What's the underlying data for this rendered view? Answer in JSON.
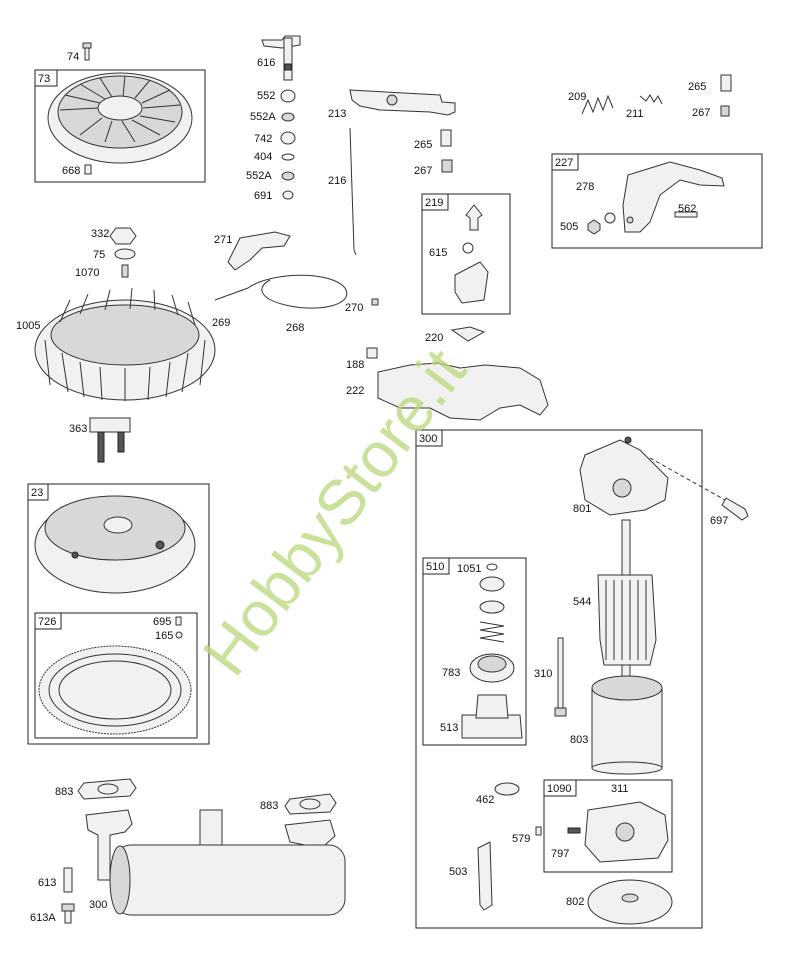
{
  "watermark": "HobbyStore.it",
  "groups": {
    "g73": "73",
    "g219": "219",
    "g227": "227",
    "g23": "23",
    "g726": "726",
    "g300": "300",
    "g510": "510",
    "g1090": "1090"
  },
  "labels": {
    "p74": "74",
    "p668": "668",
    "p616": "616",
    "p552": "552",
    "p552a_1": "552A",
    "p742": "742",
    "p404": "404",
    "p552a_2": "552A",
    "p691": "691",
    "p213": "213",
    "p216": "216",
    "p265_a": "265",
    "p267_a": "267",
    "p209": "209",
    "p211": "211",
    "p265_b": "265",
    "p267_b": "267",
    "p278": "278",
    "p505": "505",
    "p562": "562",
    "p615": "615",
    "p332": "332",
    "p75": "75",
    "p1070": "1070",
    "p271": "271",
    "p269": "269",
    "p268": "268",
    "p270": "270",
    "p1005": "1005",
    "p220": "220",
    "p188": "188",
    "p222": "222",
    "p363": "363",
    "p801": "801",
    "p697": "697",
    "p1051": "1051",
    "p544": "544",
    "p695": "695",
    "p165": "165",
    "p783": "783",
    "p310": "310",
    "p513": "513",
    "p803": "803",
    "p883_a": "883",
    "p883_b": "883",
    "p462": "462",
    "p311": "311",
    "p579": "579",
    "p797": "797",
    "p613": "613",
    "p300": "300",
    "p503": "503",
    "p613a": "613A",
    "p802": "802"
  }
}
